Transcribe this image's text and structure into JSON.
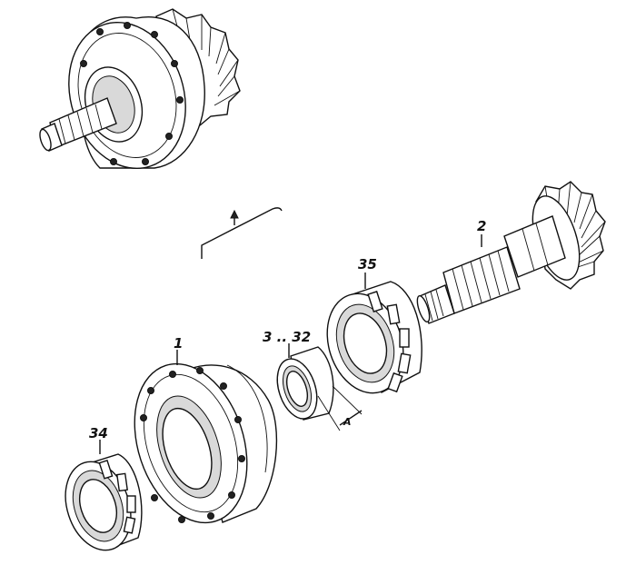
{
  "diagram": {
    "callouts": [
      {
        "id": "2",
        "text": "2"
      },
      {
        "id": "35",
        "text": "35"
      },
      {
        "id": "1",
        "text": "1"
      },
      {
        "id": "3-32",
        "text": "3 .. 32"
      },
      {
        "id": "34",
        "text": "34"
      },
      {
        "id": "A",
        "text": "A"
      }
    ]
  }
}
